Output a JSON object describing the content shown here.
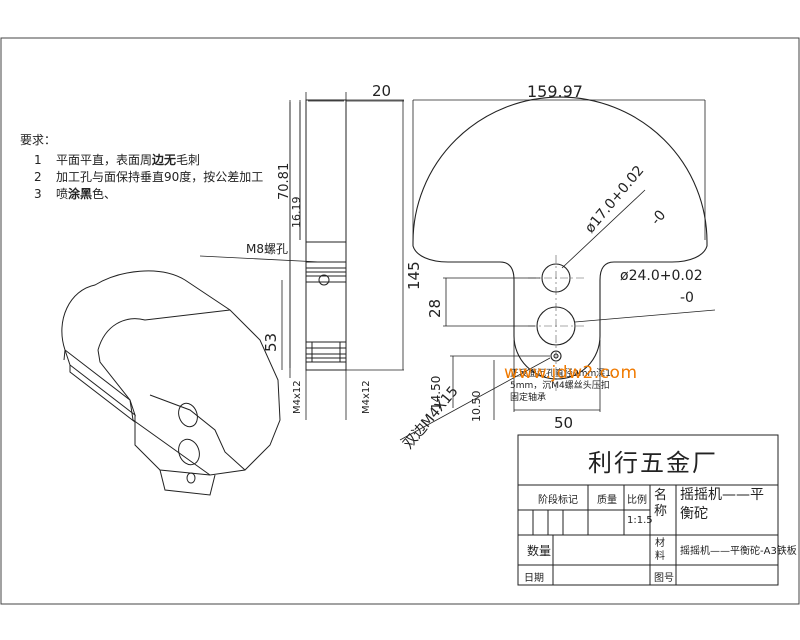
{
  "requirements": {
    "title": "要求：",
    "items": [
      {
        "num": "1",
        "pre": "平面平直，表面周",
        "bold": "边无",
        "post": "毛刺"
      },
      {
        "num": "2",
        "pre": "加工孔与面保持垂直90度，按公差加工",
        "bold": "",
        "post": ""
      },
      {
        "num": "3",
        "pre": "喷",
        "bold": "涂黑",
        "post": "色、"
      }
    ]
  },
  "watermark": "www.jdw2.com",
  "hole_note": {
    "line1": "正反面沉孔直径9mm深1.",
    "line2": "5mm，沉M4螺丝头压扣",
    "line3": "固定轴承"
  },
  "dimensions": {
    "top_width": "20",
    "big_width": "159.97",
    "h_70": "70.81",
    "h_16": "16.19",
    "m8": "M8螺孔",
    "h_53": "53",
    "m4_left": "M4x12",
    "m4_right": "M4x12",
    "h_145": "145",
    "h_28": "28",
    "d17": "ø17.0+0.02",
    "d17_tol": "-0",
    "d24": "ø24.0+0.02",
    "d24_tol": "-0",
    "h_14_50": "14.50",
    "h_10_50": "10.50",
    "m4x15": "双边M4X15",
    "w_50": "50"
  },
  "title_block": {
    "company": "利行五金厂",
    "col_stage": "阶段标记",
    "col_weight": "质量",
    "col_scale": "比例",
    "name_label": "名称",
    "name_value": "摇摇机——平衡砣",
    "scale_value": "1:1.5",
    "qty_label": "数量",
    "material_label": "材料",
    "material_value": "摇摇机——平衡砣-A3铁板",
    "date_label": "日期",
    "drawing_no_label": "图号"
  },
  "colors": {
    "line": "#222222",
    "watermark": "#f07a00",
    "centerline": "#555555"
  }
}
